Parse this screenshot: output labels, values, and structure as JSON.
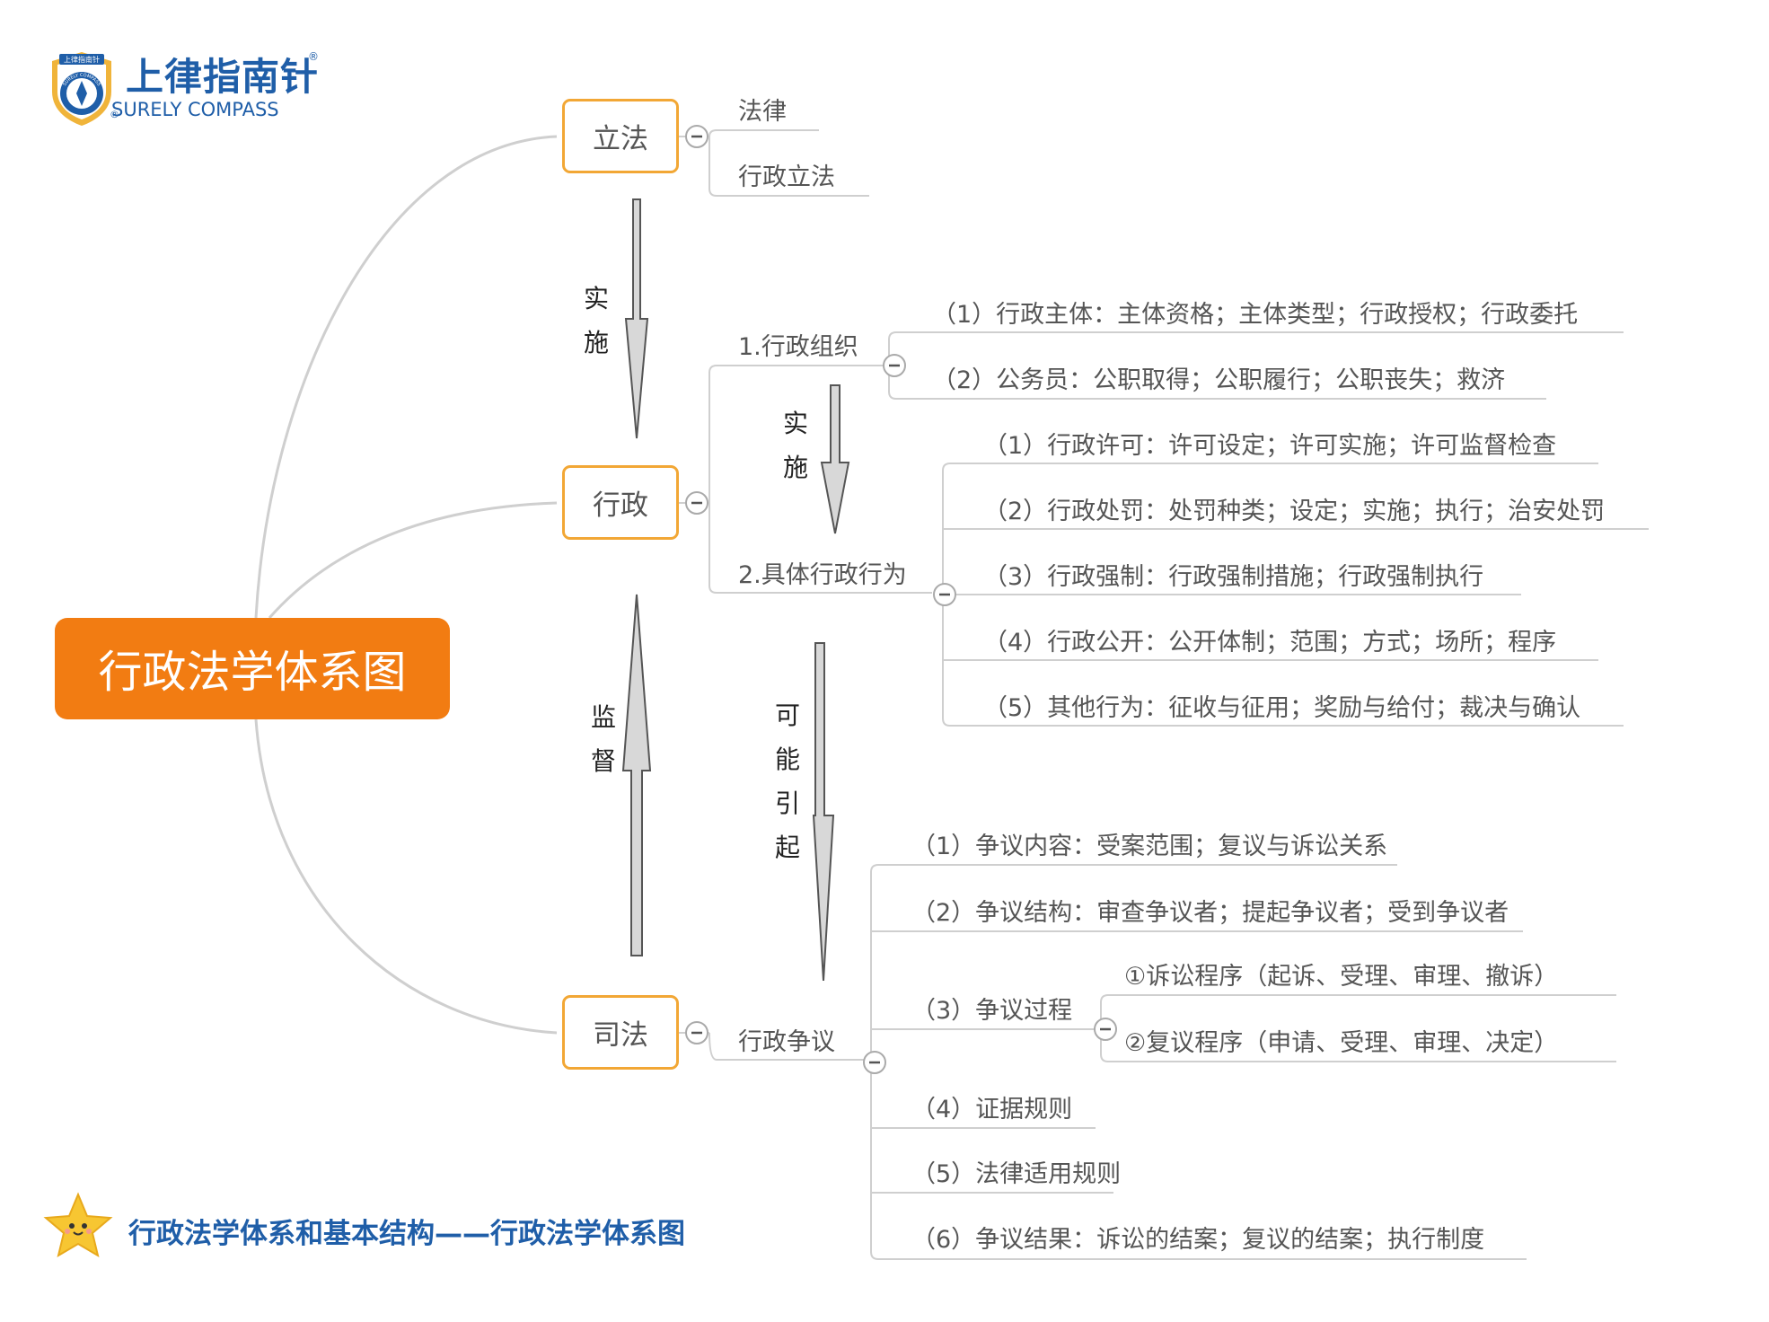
{
  "logo": {
    "cn": "上律指南针",
    "en": "SURELY COMPASS",
    "badge_top": "上律指南针",
    "badge_ring": "SURELY COMPASS",
    "mark": "®",
    "icon": "shield-compass-icon"
  },
  "root": {
    "label": "行政法学体系图"
  },
  "nodes": {
    "legislation": {
      "label": "立法",
      "children": [
        "法律",
        "行政立法"
      ]
    },
    "administration": {
      "label": "行政"
    },
    "judiciary": {
      "label": "司法"
    }
  },
  "arrows": {
    "implement_1": "实施",
    "supervise": "监督",
    "implement_2": "实施",
    "may_cause": "可能引起"
  },
  "admin": {
    "org": {
      "label": "1.行政组织",
      "items": [
        "（1）行政主体：主体资格；主体类型；行政授权；行政委托",
        "（2）公务员：公职取得；公职履行；公职丧失；救济"
      ]
    },
    "acts": {
      "label": "2.具体行政行为",
      "items": [
        "（1）行政许可：许可设定；许可实施；许可监督检查",
        "（2）行政处罚：处罚种类；设定；实施；执行；治安处罚",
        "（3）行政强制：行政强制措施；行政强制执行",
        "（4）行政公开：公开体制；范围；方式；场所；程序",
        "（5）其他行为：征收与征用；奖励与给付；裁决与确认"
      ]
    }
  },
  "dispute": {
    "label": "行政争议",
    "items": [
      "（1）争议内容：受案范围；复议与诉讼关系",
      "（2）争议结构：审查争议者；提起争议者；受到争议者",
      "（3）争议过程",
      "（4）证据规则",
      "（5）法律适用规则",
      "（6）争议结果：诉讼的结案；复议的结案；执行制度"
    ],
    "process": [
      "①诉讼程序（起诉、受理、审理、撤诉）",
      "②复议程序（申请、受理、审理、决定）"
    ]
  },
  "collapse_symbol": "−",
  "footer": {
    "text": "行政法学体系和基本结构——行政法学体系图",
    "icon": "star-icon"
  },
  "colors": {
    "brand_blue": "#1f5ea8",
    "root_orange": "#f27c12",
    "node_border": "#f2a735",
    "line_gray": "#cfcfcf",
    "text_gray": "#555555"
  }
}
